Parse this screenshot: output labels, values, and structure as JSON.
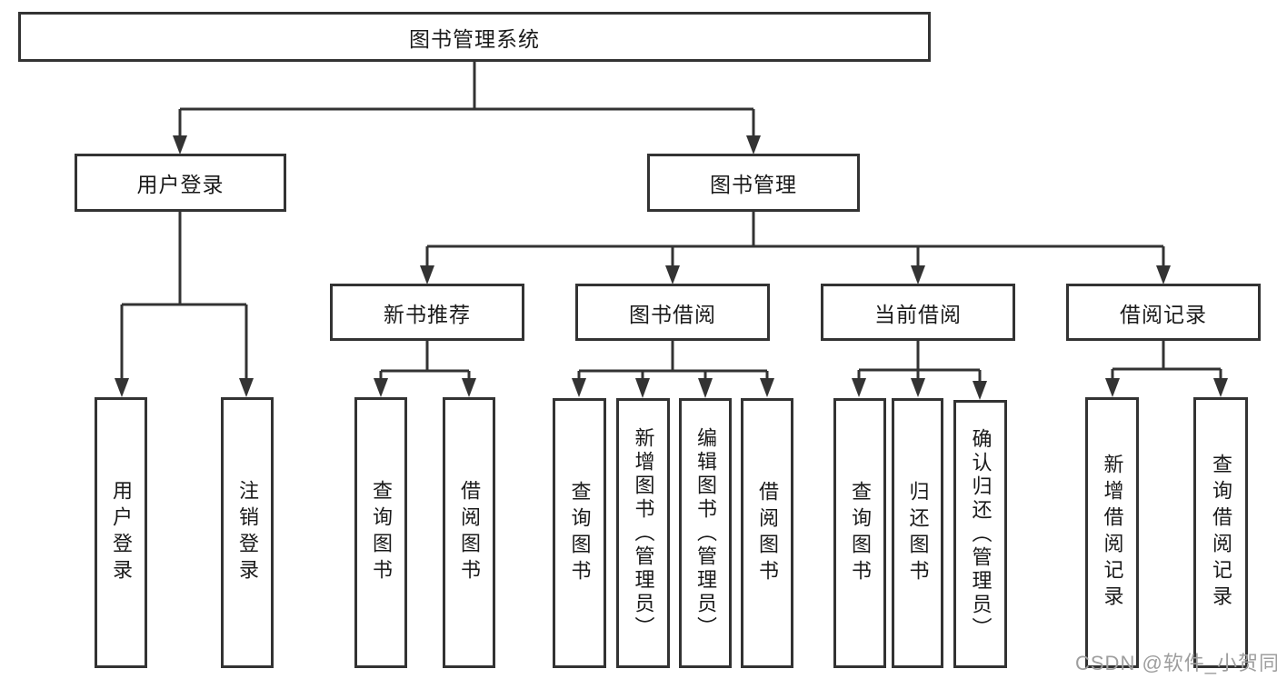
{
  "diagram": {
    "tree": {
      "label": "图书管理系统",
      "children": [
        {
          "label": "用户登录",
          "children": [
            {
              "label": "用户登录"
            },
            {
              "label": "注销登录"
            }
          ]
        },
        {
          "label": "图书管理",
          "children": [
            {
              "label": "新书推荐",
              "children": [
                {
                  "label": "查询图书"
                },
                {
                  "label": "借阅图书"
                }
              ]
            },
            {
              "label": "图书借阅",
              "children": [
                {
                  "label": "查询图书"
                },
                {
                  "label": "新增图书（管理员）"
                },
                {
                  "label": "编辑图书（管理员）"
                },
                {
                  "label": "借阅图书"
                }
              ]
            },
            {
              "label": "当前借阅",
              "children": [
                {
                  "label": "查询图书"
                },
                {
                  "label": "归还图书"
                },
                {
                  "label": "确认归还（管理员）"
                }
              ]
            },
            {
              "label": "借阅记录",
              "children": [
                {
                  "label": "新增借阅记录"
                },
                {
                  "label": "查询借阅记录"
                }
              ]
            }
          ]
        }
      ]
    }
  },
  "watermark": {
    "text": "CSDN @软件_小贺同学"
  },
  "colors": {
    "line": "#333333",
    "box_border": "#333333",
    "text": "#1a1a1a",
    "watermark": "#9e9e9e",
    "background": "#ffffff"
  }
}
